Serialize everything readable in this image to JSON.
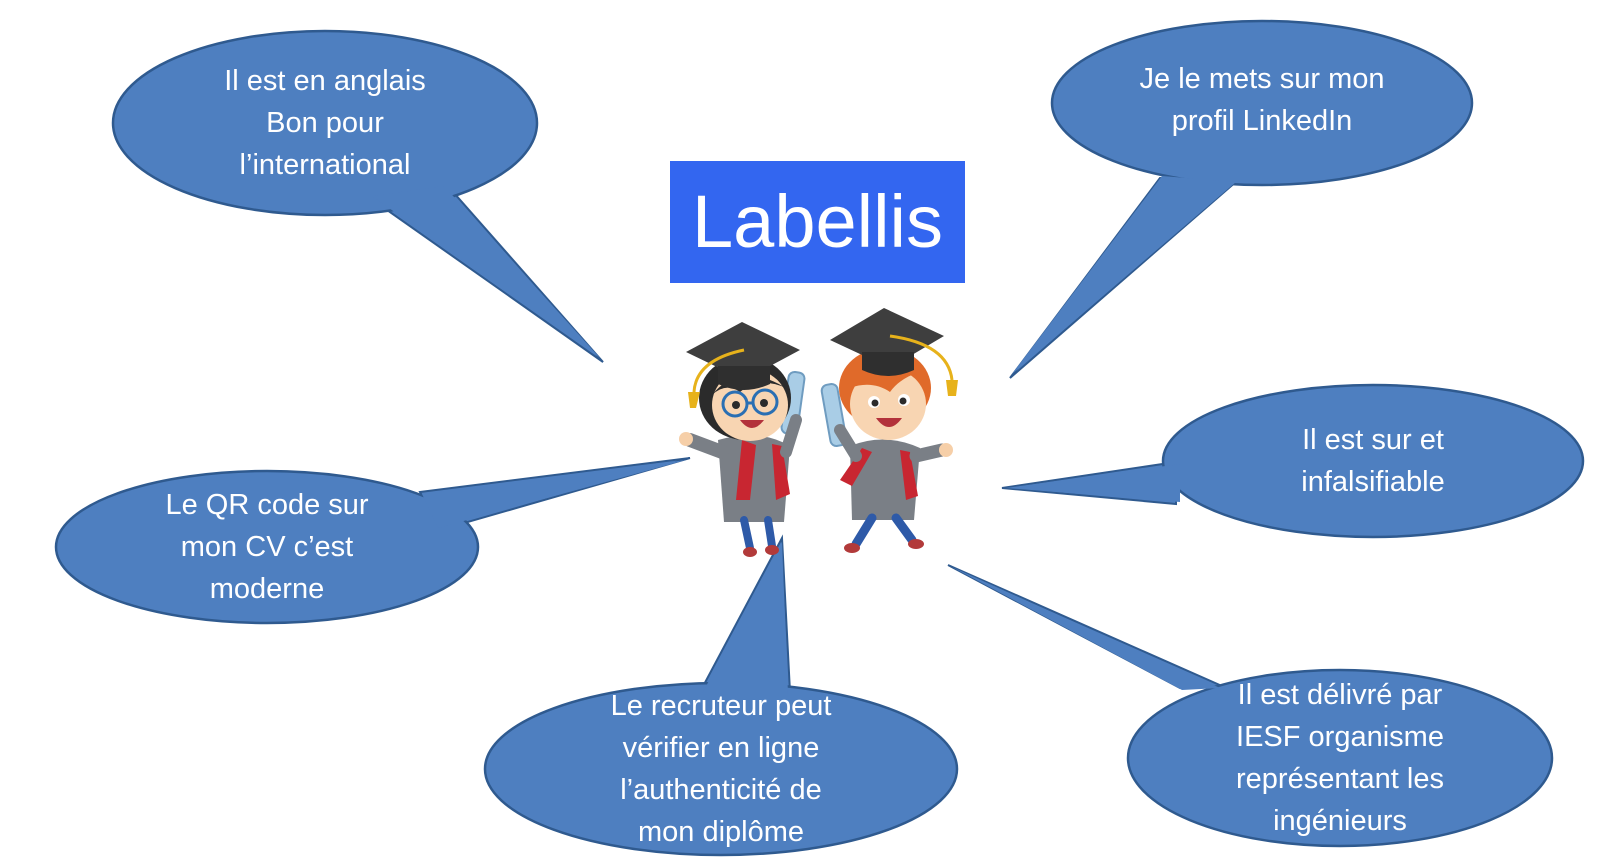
{
  "title": "Labellis",
  "colors": {
    "bubble_fill": "#4e7fc0",
    "bubble_stroke": "#2f5a8f",
    "title_bg": "#3366f0",
    "text": "#ffffff"
  },
  "bubbles": [
    {
      "id": "english",
      "lines": [
        "Il est en anglais",
        "Bon pour",
        "l’international"
      ]
    },
    {
      "id": "linkedin",
      "lines": [
        "Je le mets sur mon",
        "profil LinkedIn"
      ]
    },
    {
      "id": "secure",
      "lines": [
        "Il est sur et",
        "infalsifiable"
      ]
    },
    {
      "id": "qr",
      "lines": [
        "Le QR code sur",
        "mon CV c’est",
        "moderne"
      ]
    },
    {
      "id": "recruiter",
      "lines": [
        "Le recruteur peut",
        "vérifier en ligne",
        "l’authenticité de",
        "mon diplôme"
      ]
    },
    {
      "id": "iesf",
      "lines": [
        "Il est délivré par",
        "IESF organisme",
        "représentant les",
        "ingénieurs"
      ]
    }
  ],
  "illustration": {
    "icon": "graduate-children-illustration"
  }
}
